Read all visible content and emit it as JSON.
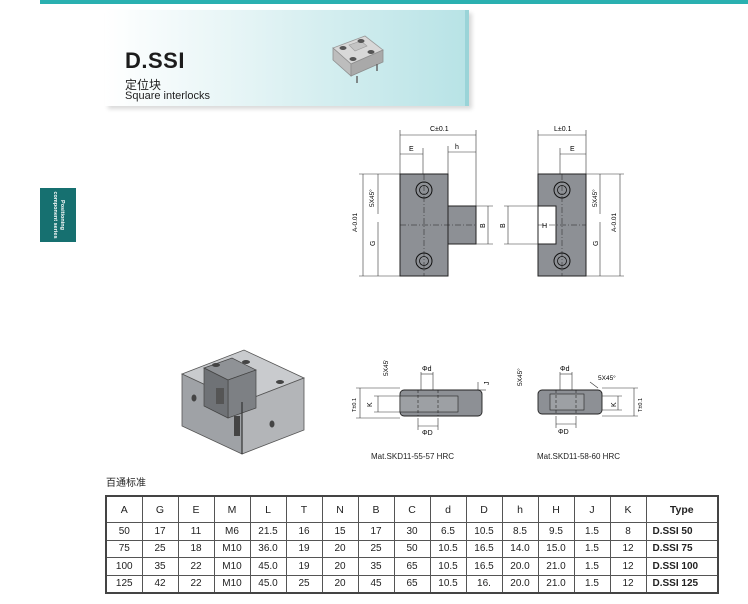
{
  "header": {
    "title": "D.SSI",
    "subtitle_cn": "定位块",
    "subtitle_en": "Square interlocks"
  },
  "side_tab": {
    "line1": "Positioning",
    "line2": "component series"
  },
  "drawings": {
    "top_left": {
      "dim_c": "C±0.1",
      "dim_e": "E",
      "dim_h": "h",
      "dim_a": "A-0.01",
      "dim_g": "G",
      "dim_b": "B",
      "dim_chamfer": "5X45°"
    },
    "top_right": {
      "dim_l": "L±0.1",
      "dim_e": "E",
      "dim_h": "H",
      "dim_a": "A-0.01",
      "dim_g": "G",
      "dim_b": "B",
      "dim_chamfer": "5X45°"
    },
    "side_left": {
      "dim_chamfer": "5X45°",
      "dim_d_small": "Φd",
      "dim_d_large": "ΦD",
      "dim_t": "T±0.1",
      "dim_k": "K",
      "dim_j": "J"
    },
    "side_right": {
      "dim_chamfer_1": "5X45°",
      "dim_chamfer_2": "5X45°",
      "dim_d_small": "Φd",
      "dim_d_large": "ΦD",
      "dim_t": "T±0.1",
      "dim_k": "K"
    }
  },
  "materials": {
    "left": "Mat.SKD11-55-57 HRC",
    "right": "Mat.SKD11-58-60 HRC"
  },
  "standard_label": "百通标准",
  "table": {
    "headers": [
      "A",
      "G",
      "E",
      "M",
      "L",
      "T",
      "N",
      "B",
      "C",
      "d",
      "D",
      "h",
      "H",
      "J",
      "K",
      "Type"
    ],
    "rows": [
      [
        "50",
        "17",
        "11",
        "M6",
        "21.5",
        "16",
        "15",
        "17",
        "30",
        "6.5",
        "10.5",
        "8.5",
        "9.5",
        "1.5",
        "8",
        "D.SSI 50"
      ],
      [
        "75",
        "25",
        "18",
        "M10",
        "36.0",
        "19",
        "20",
        "25",
        "50",
        "10.5",
        "16.5",
        "14.0",
        "15.0",
        "1.5",
        "12",
        "D.SSI 75"
      ],
      [
        "100",
        "35",
        "22",
        "M10",
        "45.0",
        "19",
        "20",
        "35",
        "65",
        "10.5",
        "16.5",
        "20.0",
        "21.0",
        "1.5",
        "12",
        "D.SSI 100"
      ],
      [
        "125",
        "42",
        "22",
        "M10",
        "45.0",
        "25",
        "20",
        "45",
        "65",
        "10.5",
        "16.",
        "20.0",
        "21.0",
        "1.5",
        "12",
        "D.SSI 125"
      ]
    ]
  },
  "colors": {
    "accent_teal": "#2ab0b0",
    "tab_teal": "#167070",
    "part_gray": "#8d9095"
  }
}
